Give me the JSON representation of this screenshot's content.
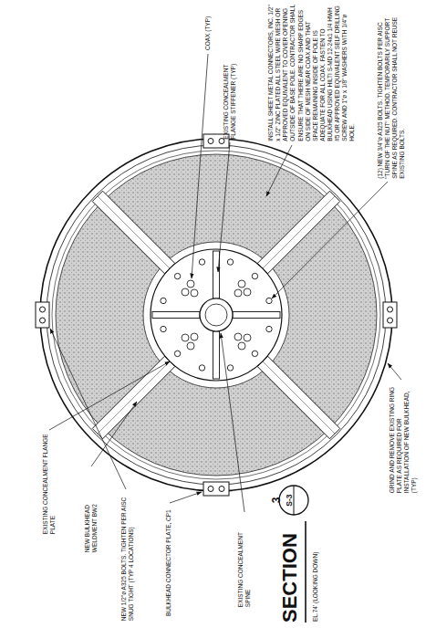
{
  "diagram": {
    "nodes": [
      {
        "text": [
          "3",
          "S-3"
        ]
      }
    ],
    "labels": [
      "INSTALL SHEET METAL CONNECTORS, INC. 1/2\" x 1/2\" ZINC PLATED ALL STEEL WIRE MESH OR APPROVED EQUIVALENT TO COVER OPENING OUTSIDE OF BASE POLE. CONTRACTOR SHALL ENSURE THAT THERE ARE NO SHARP EDGES ON SIDE OF MESH NEAR COAX AND THAT SPACE REMAINING INSIDE OF POLE IS ADEQUATE FOR ALL COAX. FASTEN TO BULKHEAD USING HILTI S-MD 12-24x1 1/4 HWH #5 OR APPROVED EQUIVALENT SELF DRILLING SCREW AND 1\"ø x 1/8\" WASHERS WITH 1/4\"ø HOLE.",
      "COAX (TYP)",
      "EXISTING CONCEALMENT FLANGE STIFFENER (TYP)",
      "(12) NEW 3/4\"ø A325 BOLTS. TIGHTEN BOLTS PER AISC \"TURN OF THE NUT\" METHOD. TEMPORARILY SUPPORT SPINE AS REQUIRED. CONTRACTOR SHALL NOT REUSE EXISTING BOLTS.",
      "GRIND AND REMOVE EXISTING RING PLATE AS REQUIRED FOR INSTALLATION OF NEW BULKHEAD, (TYP)",
      "EXISTING CONCEALMENT FLANGE PLATE",
      "NEW BULKHEAD WELDMENT BW2",
      "NEW 1/2\"ø A325 BOLTS. TIGHTEN PER AISC SNUG TIGHT (TYP 4 LOCATIONS)",
      "BULKHEAD CONNECTOR PLATE, CP1",
      "EXISTING CONCEALMENT SPINE",
      "SECTION",
      "EL.74' (LOOKING DOWN)"
    ]
  }
}
